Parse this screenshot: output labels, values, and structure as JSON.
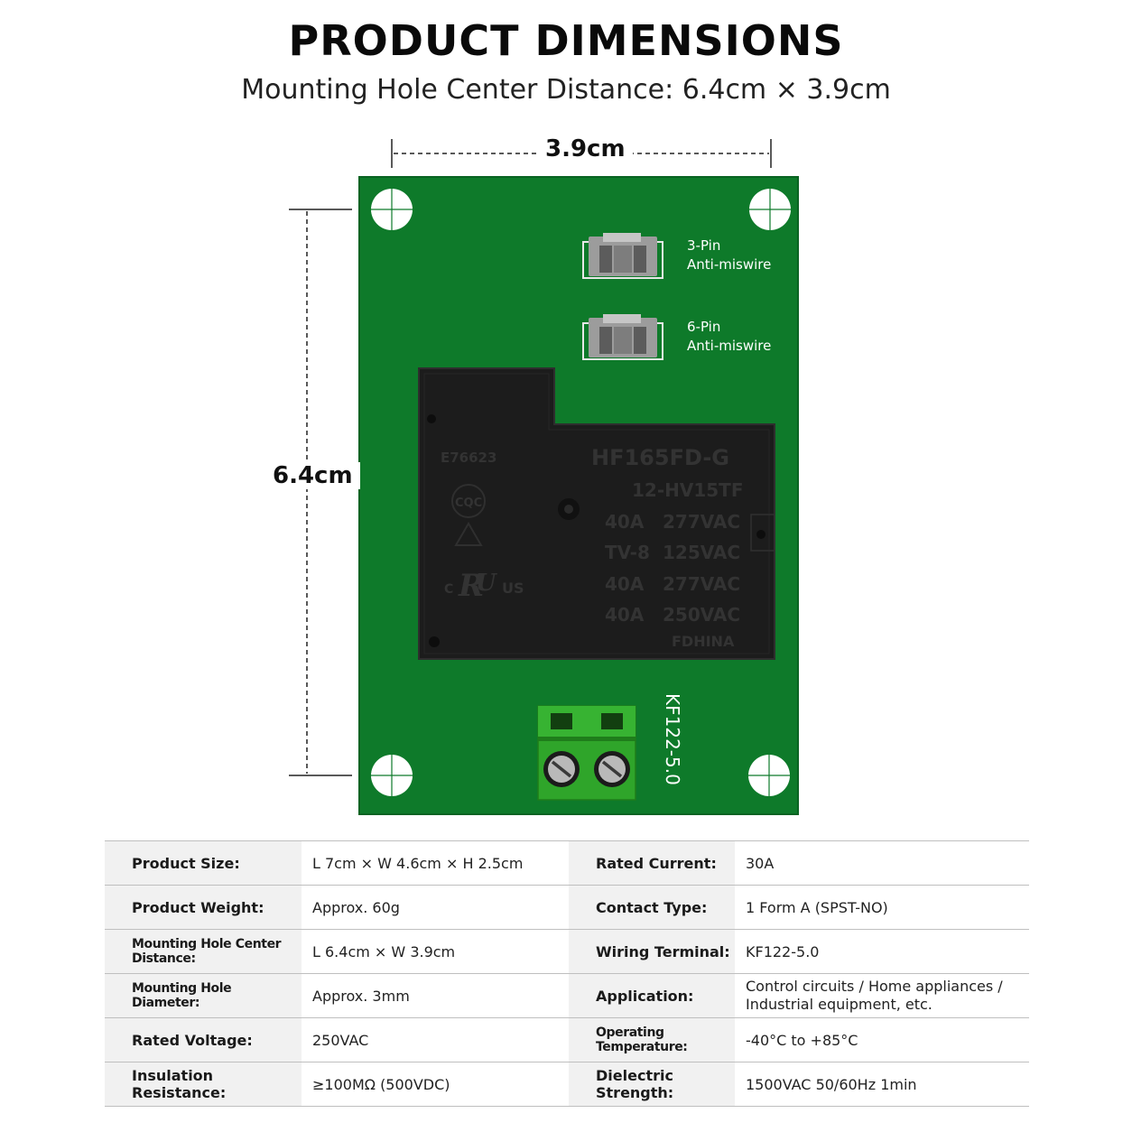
{
  "header": {
    "title": "PRODUCT DIMENSIONS",
    "subtitle": "Mounting Hole Center Distance: 6.4cm × 3.9cm"
  },
  "dimensions": {
    "width_label": "3.9cm",
    "height_label": "6.4cm"
  },
  "board": {
    "pcb_color": "#0e7a2a",
    "connector_3pin": {
      "line1": "3-Pin",
      "line2": "Anti-miswire"
    },
    "connector_6pin": {
      "line1": "6-Pin",
      "line2": "Anti-miswire"
    },
    "relay": {
      "part_number": "HF165FD-G",
      "model": "12-HV15TF",
      "rating1_a": "40A",
      "rating1_v": "277VAC",
      "rating2_a": "TV-8",
      "rating2_v": "125VAC",
      "rating3_a": "40A",
      "rating3_v": "277VAC",
      "rating4_a": "40A",
      "rating4_v": "250VAC",
      "origin": "FDHINA",
      "cert_code": "E76623",
      "cqc": "CQC",
      "ul_c": "C",
      "ul_us": "US"
    },
    "terminal_label": "KF122-5.0"
  },
  "specs": [
    {
      "label": "Product Size:",
      "value": "L 7cm × W 4.6cm × H 2.5cm",
      "label2": "Rated Current:",
      "value2": "30A"
    },
    {
      "label": "Product Weight:",
      "value": "Approx. 60g",
      "label2": "Contact Type:",
      "value2": "1 Form A (SPST-NO)"
    },
    {
      "label": "Mounting Hole Center Distance:",
      "value": "L 6.4cm × W 3.9cm",
      "label2": "Wiring Terminal:",
      "value2": "KF122-5.0"
    },
    {
      "label": "Mounting Hole Diameter:",
      "value": "Approx. 3mm",
      "label2": "Application:",
      "value2a": "Control circuits / Home appliances /",
      "value2b": "Industrial equipment, etc."
    },
    {
      "label": "Rated Voltage:",
      "value": "250VAC",
      "label2": "Operating Temperature:",
      "value2": "-40°C to +85°C"
    },
    {
      "label": "Insulation Resistance:",
      "value": "≥100MΩ (500VDC)",
      "label2": "Dielectric Strength:",
      "value2": "1500VAC 50/60Hz 1min"
    }
  ]
}
